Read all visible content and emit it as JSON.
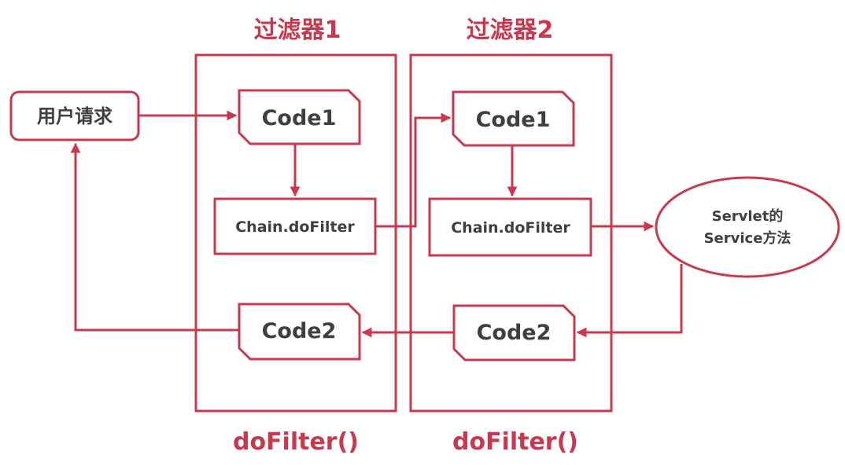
{
  "filter1": {
    "title": "过滤器1",
    "code1": "Code1",
    "chain": "Chain.doFilter",
    "code2": "Code2",
    "footer": "doFilter()"
  },
  "filter2": {
    "title": "过滤器2",
    "code1": "Code1",
    "chain": "Chain.doFilter",
    "code2": "Code2",
    "footer": "doFilter()"
  },
  "request": {
    "label": "用户请求"
  },
  "servlet": {
    "line1": "Servlet的",
    "line2": "Service方法"
  },
  "colors": {
    "accent": "#c8394f",
    "text": "#3f3f3f",
    "background": "#ffffff"
  }
}
